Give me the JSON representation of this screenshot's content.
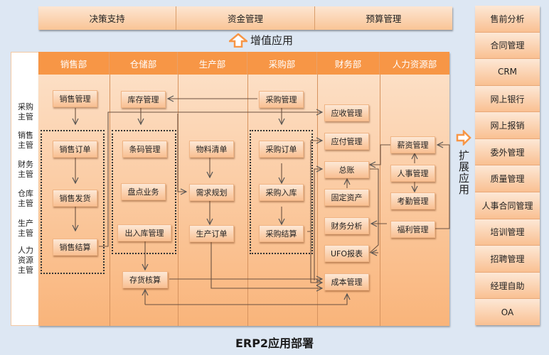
{
  "top_modules": [
    "决策支持",
    "资金管理",
    "预算管理"
  ],
  "value_add_label": "增值应用",
  "roles": [
    "采购\n主管",
    "销售\n主管",
    "财务\n主管",
    "仓库\n主管",
    "生产\n主管",
    "人力\n资源\n主管"
  ],
  "departments": [
    "销售部",
    "仓储部",
    "生产部",
    "采购部",
    "财务部",
    "人力资源部"
  ],
  "sales": {
    "mgmt": "销售管理",
    "order": "销售订单",
    "ship": "销售发货",
    "settle": "销售结算"
  },
  "warehouse": {
    "mgmt": "库存管理",
    "barcode": "条码管理",
    "count": "盘点业务",
    "inout": "出入库管理",
    "costing": "存货核算"
  },
  "production": {
    "bom": "物料清单",
    "plan": "需求规划",
    "order": "生产订单"
  },
  "purchase": {
    "mgmt": "采购管理",
    "order": "采购订单",
    "receipt": "采购入库",
    "settle": "采购结算"
  },
  "finance": {
    "ar": "应收管理",
    "ap": "应付管理",
    "gl": "总账",
    "fa": "固定资产",
    "analysis": "财务分析",
    "ufo": "UFO报表",
    "cost": "成本管理"
  },
  "hr": {
    "payroll": "薪资管理",
    "personnel": "人事管理",
    "attendance": "考勤管理",
    "welfare": "福利管理"
  },
  "extend_label": "扩展应用",
  "extensions": [
    "售前分析",
    "合同管理",
    "CRM",
    "网上银行",
    "网上报销",
    "委外管理",
    "质量管理",
    "人事合同管理",
    "培训管理",
    "招聘管理",
    "经理自助",
    "OA"
  ],
  "footer_title": "ERP2应用部署",
  "colors": {
    "header": "#f79646",
    "box_light": "#fde8d6",
    "box_dark": "#f9c092",
    "background": "#dde7f3"
  }
}
